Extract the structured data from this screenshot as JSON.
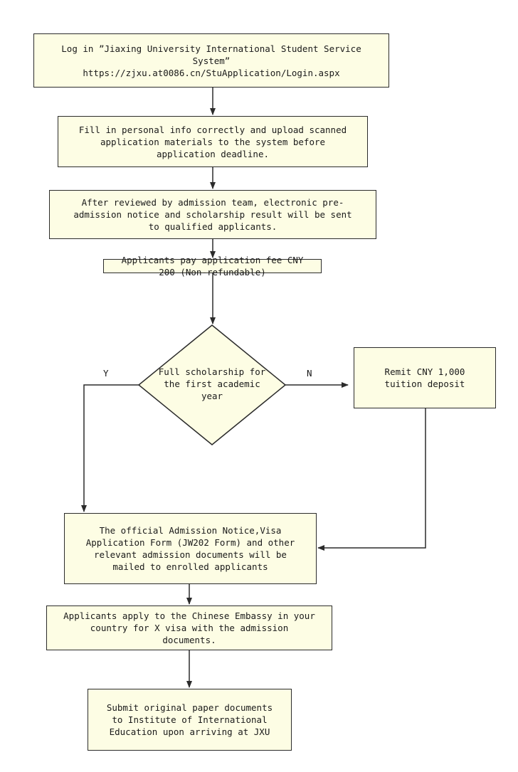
{
  "steps": {
    "login": "Log in ”Jiaxing University International Student Service\nSystem”\nhttps://zjxu.at0086.cn/StuApplication/Login.aspx",
    "fill_info": "Fill in personal info correctly and upload scanned\napplication materials to the system before\napplication deadline.",
    "review": "After reviewed by admission team, electronic pre-\nadmission notice and scholarship result will be sent\nto qualified applicants.",
    "pay_fee": "Applicants pay application fee CNY\n200 (Non-refundable)",
    "decision": "Full scholarship for\nthe first academic\nyear",
    "deposit": "Remit CNY 1,000\ntuition deposit",
    "admission_notice": "The official Admission Notice,Visa\nApplication Form (JW202 Form) and other\nrelevant admission documents will be\nmailed to enrolled applicants",
    "visa": "Applicants apply to the Chinese Embassy in your\ncountry for X visa with the admission\ndocuments.",
    "submit_docs": "Submit original paper documents\nto Institute of International\nEducation upon arriving at JXU"
  },
  "branches": {
    "yes": "Y",
    "no": "N"
  },
  "colors": {
    "box_fill": "#fdfde4",
    "line": "#2b2b2b"
  }
}
